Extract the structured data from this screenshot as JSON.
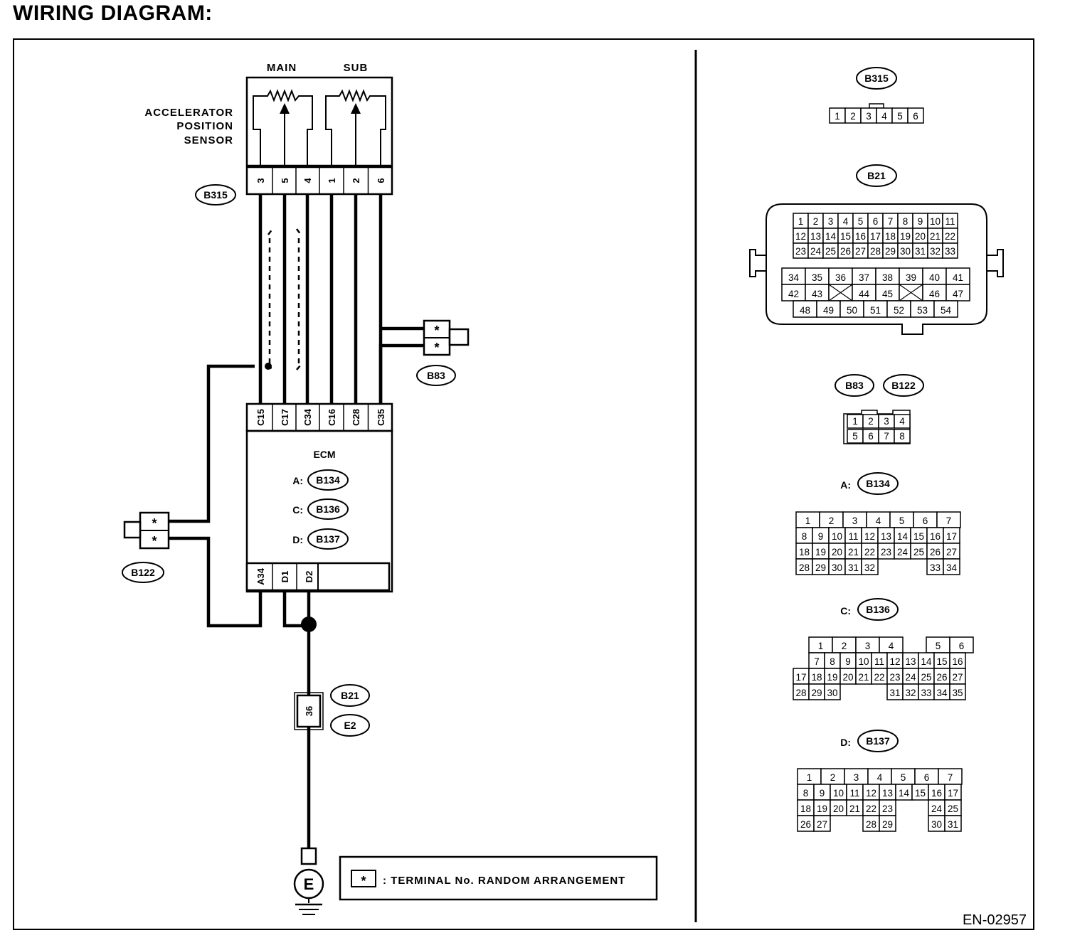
{
  "title": "WIRING DIAGRAM:",
  "sensor": {
    "label_lines": [
      "ACCELERATOR",
      "POSITION",
      "SENSOR"
    ],
    "main_label": "MAIN",
    "sub_label": "SUB",
    "connector": "B315",
    "pins": [
      "3",
      "5",
      "4",
      "1",
      "2",
      "6"
    ]
  },
  "ecm": {
    "label": "ECM",
    "pins_top": [
      "C15",
      "C17",
      "C34",
      "C16",
      "C28",
      "C35"
    ],
    "pins_bottom": [
      "A34",
      "D1",
      "D2"
    ],
    "connectors": [
      {
        "prefix": "A:",
        "name": "B134"
      },
      {
        "prefix": "C:",
        "name": "B136"
      },
      {
        "prefix": "D:",
        "name": "B137"
      }
    ]
  },
  "joint_connectors": {
    "b83": {
      "name": "B83",
      "pins": [
        "*",
        "*"
      ]
    },
    "b122": {
      "name": "B122",
      "pins": [
        "*",
        "*"
      ]
    }
  },
  "ground_connector": {
    "pin": "36",
    "names": [
      "B21",
      "E2"
    ],
    "symbol": "E"
  },
  "legend": {
    "symbol": "*",
    "text": ": TERMINAL No. RANDOM ARRANGEMENT"
  },
  "doc_id": "EN-02957",
  "connector_faces": {
    "b315": {
      "name": "B315",
      "pins": [
        "1",
        "2",
        "3",
        "4",
        "5",
        "6"
      ]
    },
    "b21": {
      "name": "B21",
      "rows_top": [
        [
          "1",
          "2",
          "3",
          "4",
          "5",
          "6",
          "7",
          "8",
          "9",
          "10",
          "11"
        ],
        [
          "12",
          "13",
          "14",
          "15",
          "16",
          "17",
          "18",
          "19",
          "20",
          "21",
          "22"
        ],
        [
          "23",
          "24",
          "25",
          "26",
          "27",
          "28",
          "29",
          "30",
          "31",
          "32",
          "33"
        ]
      ],
      "rows_bottom": [
        [
          "34",
          "35",
          "36",
          "37",
          "38",
          "39",
          "40",
          "41"
        ],
        [
          "42",
          "43",
          "",
          "44",
          "45",
          "",
          "46",
          "47"
        ],
        [
          "48",
          "49",
          "50",
          "51",
          "52",
          "53",
          "54"
        ]
      ]
    },
    "b83_b122": {
      "names": [
        "B83",
        "B122"
      ],
      "rows": [
        [
          "1",
          "2",
          "3",
          "4"
        ],
        [
          "5",
          "6",
          "7",
          "8"
        ]
      ]
    },
    "a_b134": {
      "prefix": "A:",
      "name": "B134",
      "rows": [
        [
          "1",
          "2",
          "3",
          "4",
          "5",
          "6",
          "7"
        ],
        [
          "8",
          "9",
          "10",
          "11",
          "12",
          "13",
          "14",
          "15",
          "16",
          "17"
        ],
        [
          "18",
          "19",
          "20",
          "21",
          "22",
          "23",
          "24",
          "25",
          "26",
          "27"
        ],
        [
          "28",
          "29",
          "30",
          "31",
          "32",
          "",
          "",
          "",
          "33",
          "34"
        ]
      ]
    },
    "c_b136": {
      "prefix": "C:",
      "name": "B136",
      "rows": [
        [
          "1",
          "2",
          "3",
          "4",
          "",
          "5",
          "6"
        ],
        [
          "7",
          "8",
          "9",
          "10",
          "11",
          "12",
          "13",
          "14",
          "15",
          "16"
        ],
        [
          "17",
          "18",
          "19",
          "20",
          "21",
          "22",
          "23",
          "24",
          "25",
          "26",
          "27"
        ],
        [
          "28",
          "29",
          "30",
          "",
          "",
          "",
          "31",
          "32",
          "33",
          "34",
          "35"
        ]
      ]
    },
    "d_b137": {
      "prefix": "D:",
      "name": "B137",
      "rows": [
        [
          "1",
          "2",
          "3",
          "4",
          "5",
          "6",
          "7"
        ],
        [
          "8",
          "9",
          "10",
          "11",
          "12",
          "13",
          "14",
          "15",
          "16",
          "17"
        ],
        [
          "18",
          "19",
          "20",
          "21",
          "22",
          "23",
          "",
          "",
          "24",
          "25"
        ],
        [
          "26",
          "27",
          "",
          "",
          "28",
          "29",
          "",
          "",
          "30",
          "31"
        ]
      ]
    }
  }
}
